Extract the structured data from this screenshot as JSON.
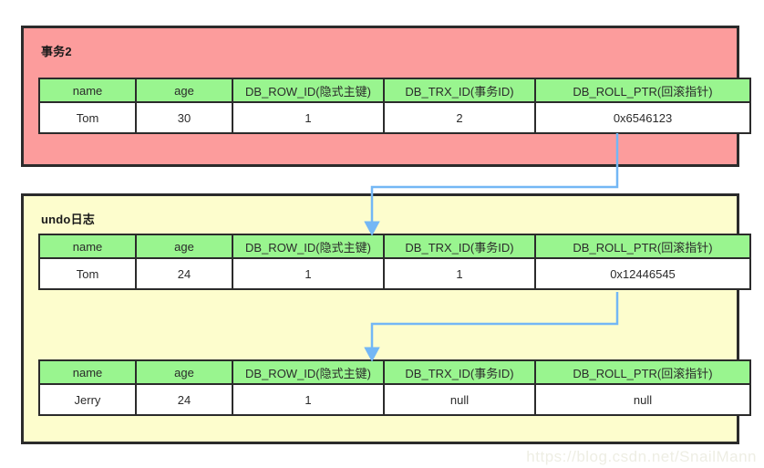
{
  "diagram": {
    "title_trx": "事务2",
    "title_undo": "undo日志",
    "watermark": "https://blog.csdn.net/SnailMann",
    "colors": {
      "trx_section_bg": "#fc9c9c",
      "undo_section_bg": "#fdfdcd",
      "header_bg": "#99f58f",
      "cell_bg": "#ffffff",
      "border": "#2b2b2b",
      "arrow": "#73b7f5",
      "watermark": "#eeeee4"
    }
  },
  "columns": [
    "name",
    "age",
    "DB_ROW_ID(隐式主键)",
    "DB_TRX_ID(事务ID)",
    "DB_ROLL_PTR(回滚指针)"
  ],
  "tables": {
    "trx": {
      "name": "Tom",
      "age": "30",
      "db_row_id": "1",
      "db_trx_id": "2",
      "db_roll_ptr": "0x6546123"
    },
    "undo1": {
      "name": "Tom",
      "age": "24",
      "db_row_id": "1",
      "db_trx_id": "1",
      "db_roll_ptr": "0x12446545"
    },
    "undo2": {
      "name": "Jerry",
      "age": "24",
      "db_row_id": "1",
      "db_trx_id": "null",
      "db_roll_ptr": "null"
    }
  }
}
